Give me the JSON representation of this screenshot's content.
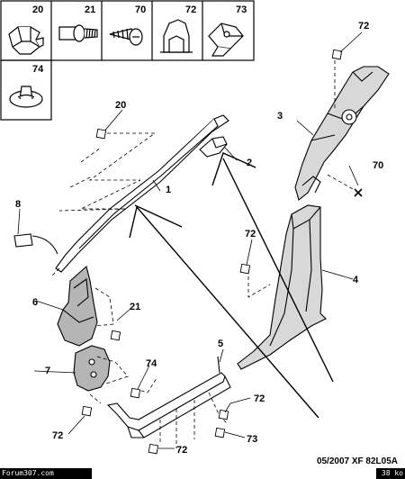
{
  "legend": {
    "cells": [
      {
        "label": "20",
        "icon": "clip-icon"
      },
      {
        "label": "21",
        "icon": "screw-icon"
      },
      {
        "label": "70",
        "icon": "self-tapping-screw-icon"
      },
      {
        "label": "72",
        "icon": "plastic-clip-icon"
      },
      {
        "label": "73",
        "icon": "bracket-clip-icon"
      },
      {
        "label": "74",
        "icon": "push-rivet-icon"
      }
    ]
  },
  "callouts": {
    "c1": "1",
    "c2": "2",
    "c3": "3",
    "c4": "4",
    "c5": "5",
    "c6": "6",
    "c7": "7",
    "c8": "8",
    "c20": "20",
    "c21": "21",
    "c70": "70",
    "c72a": "72",
    "c72b": "72",
    "c72c": "72",
    "c72d": "72",
    "c72e": "72",
    "c73": "73",
    "c74": "74"
  },
  "footer": {
    "reference": "05/2007  XF 82L05A",
    "site": "Forum307.com",
    "size": "38 ko"
  }
}
